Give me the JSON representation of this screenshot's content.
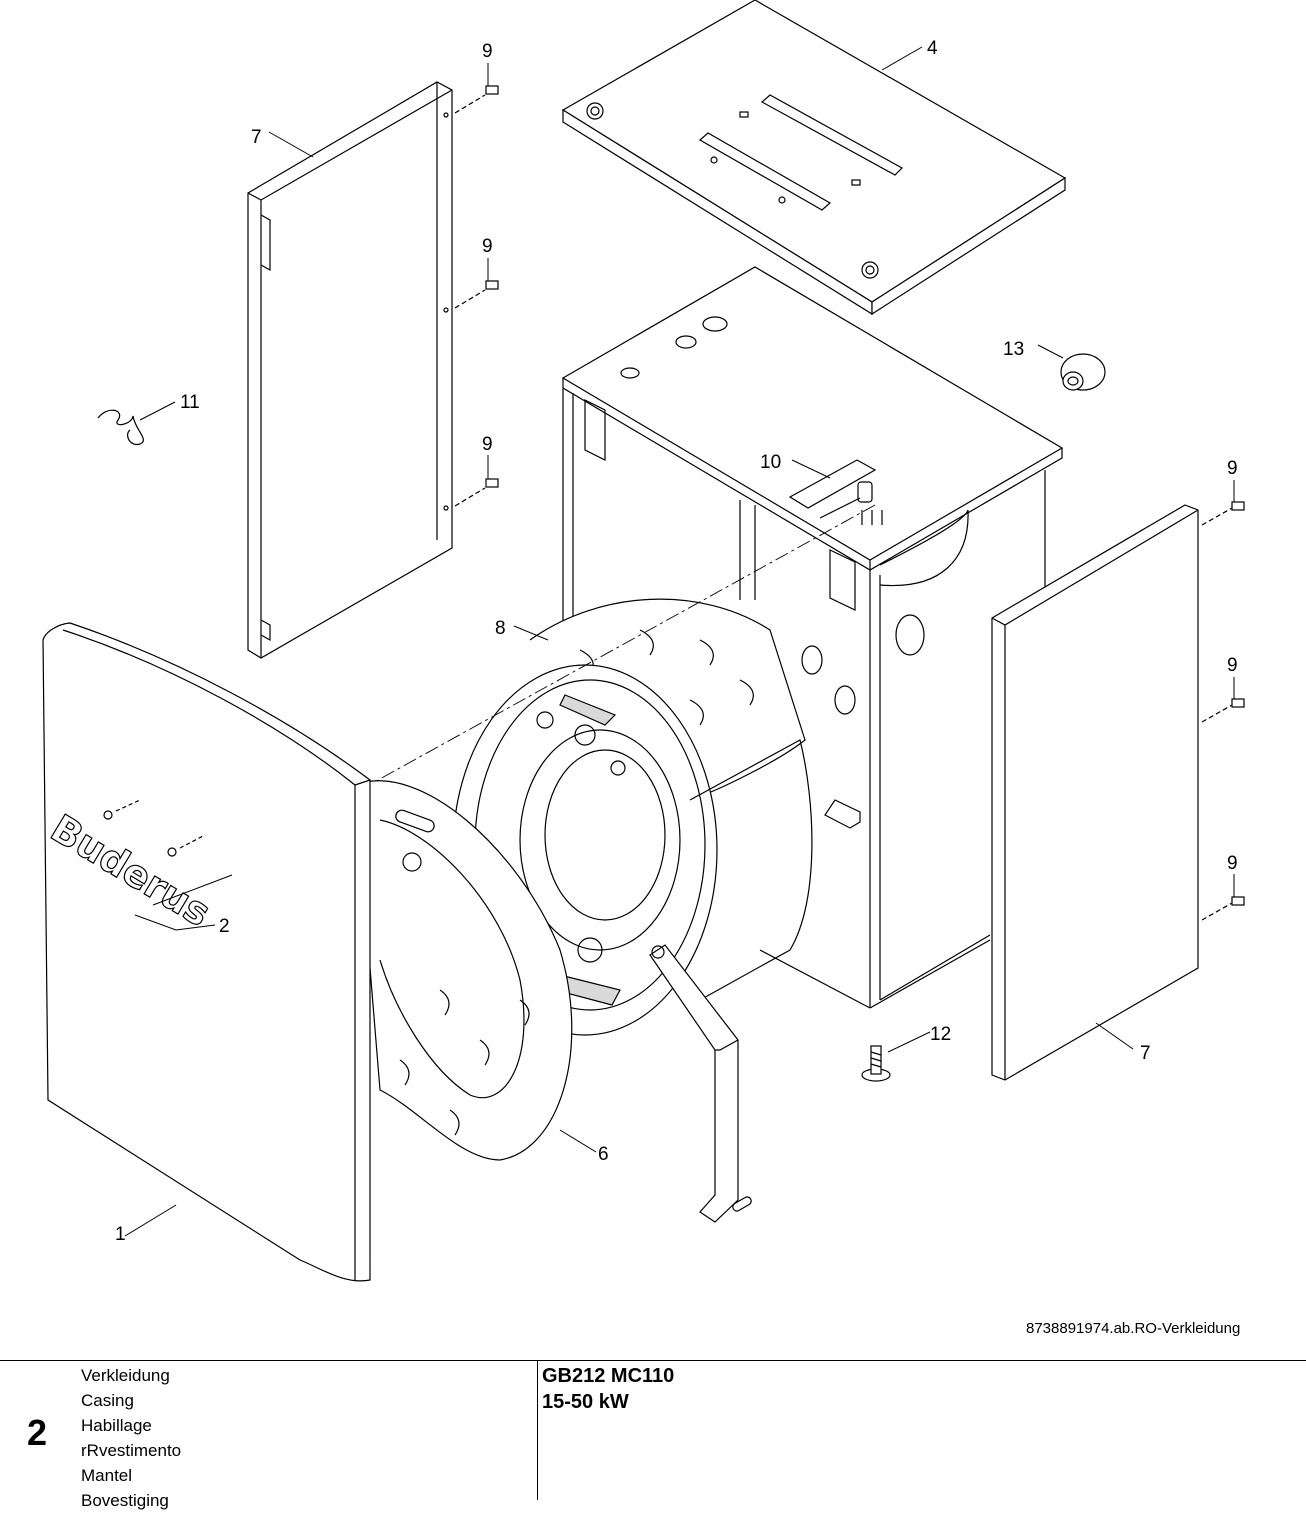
{
  "callouts": [
    {
      "id": "c1",
      "label": "1"
    },
    {
      "id": "c2",
      "label": "2"
    },
    {
      "id": "c4",
      "label": "4"
    },
    {
      "id": "c6",
      "label": "6"
    },
    {
      "id": "c7a",
      "label": "7"
    },
    {
      "id": "c7b",
      "label": "7"
    },
    {
      "id": "c8",
      "label": "8"
    },
    {
      "id": "c9a",
      "label": "9"
    },
    {
      "id": "c9b",
      "label": "9"
    },
    {
      "id": "c9c",
      "label": "9"
    },
    {
      "id": "c9d",
      "label": "9"
    },
    {
      "id": "c9e",
      "label": "9"
    },
    {
      "id": "c9f",
      "label": "9"
    },
    {
      "id": "c10",
      "label": "10"
    },
    {
      "id": "c11",
      "label": "11"
    },
    {
      "id": "c12",
      "label": "12"
    },
    {
      "id": "c13",
      "label": "13"
    }
  ],
  "logo_text": "Buderus",
  "reference": "8738891974.ab.RO-Verkleidung",
  "footer": {
    "sheet_number": "2",
    "titles": [
      "Verkleidung",
      "Casing",
      "Habillage",
      "rRvestimento",
      "Mantel",
      "Bovestiging"
    ],
    "model": "GB212 MC110",
    "power": "15-50 kW"
  },
  "colors": {
    "line": "#000000",
    "background": "#ffffff",
    "part_fill": "#ffffff",
    "shade": "#d9d9d9"
  }
}
